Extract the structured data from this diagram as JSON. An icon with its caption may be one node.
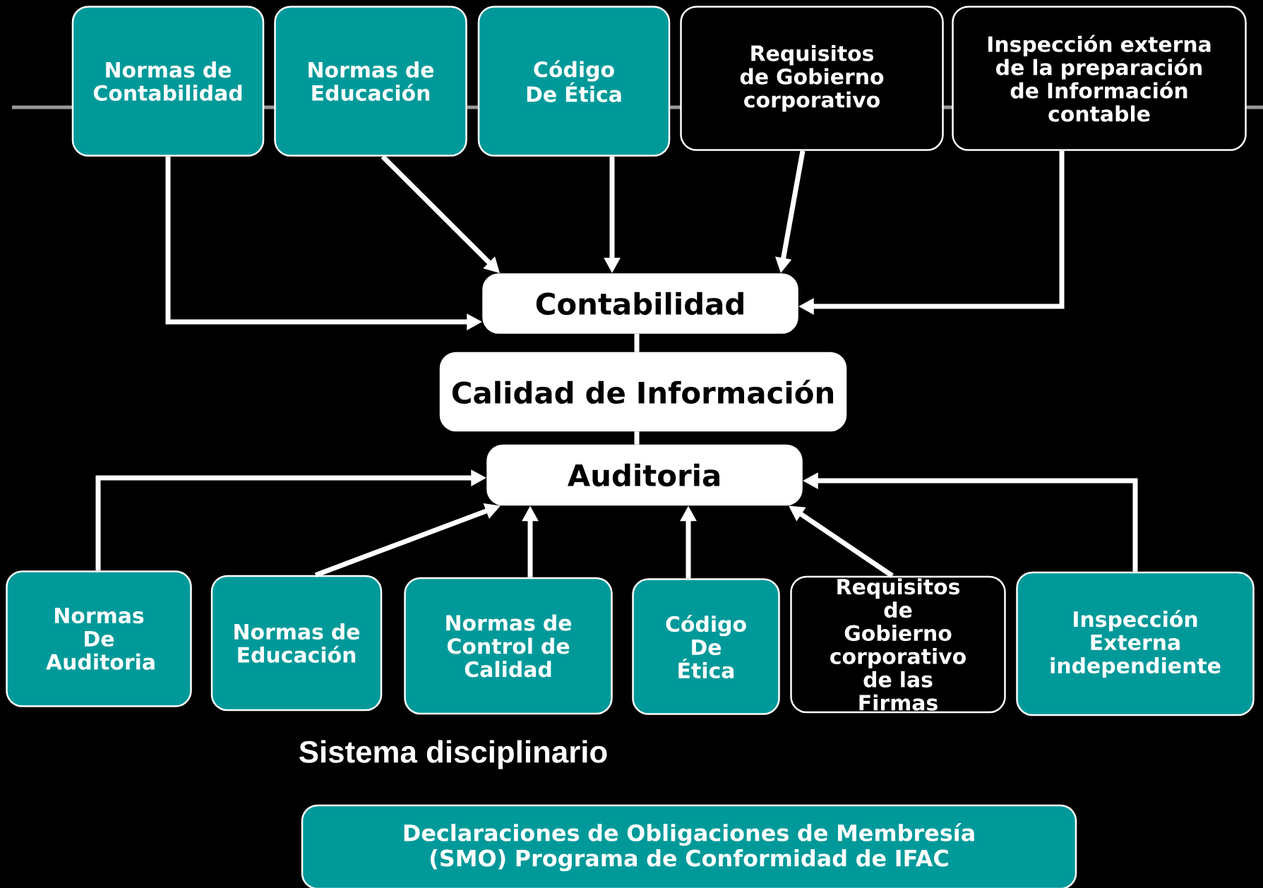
{
  "diagram": {
    "nodes": [
      {
        "text": [
          "Normas de Contabilidad"
        ]
      },
      {
        "text": [
          "Normas de Educación"
        ]
      },
      {
        "text": [
          "Código De Ética"
        ]
      },
      {
        "text": [
          "Requisitos de Gobierno corporativo"
        ]
      },
      {
        "text": [
          "Inspección externa de la preparación de Información contable"
        ]
      },
      {
        "text": [
          "Contabilidad"
        ]
      },
      {
        "text": [
          "Calidad de Información"
        ]
      },
      {
        "text": [
          "Auditoria"
        ]
      },
      {
        "text": [
          "Normas De Auditoria"
        ]
      },
      {
        "text": [
          "Normas de Educación"
        ]
      },
      {
        "text": [
          "Normas de Control de Calidad"
        ]
      },
      {
        "text": [
          "Código De Ética"
        ]
      },
      {
        "text": [
          "Requisitos de Gobierno corporativo de las Firmas"
        ]
      },
      {
        "text": [
          "Inspección Externa independiente"
        ]
      },
      {
        "text": [
          "Declaraciones de Obligaciones de Membresía (SMO) Programa de Conformidad de IFAC"
        ]
      }
    ],
    "edges": [
      {
        "from": 0,
        "to": 5,
        "arrow": "to"
      },
      {
        "from": 1,
        "to": 5,
        "arrow": "to"
      },
      {
        "from": 2,
        "to": 5,
        "arrow": "to"
      },
      {
        "from": 3,
        "to": 5,
        "arrow": "to"
      },
      {
        "from": 4,
        "to": 5,
        "arrow": "to"
      },
      {
        "from": 5,
        "to": 6,
        "arrow": "none"
      },
      {
        "from": 6,
        "to": 7,
        "arrow": "none"
      },
      {
        "from": 8,
        "to": 7,
        "arrow": "to"
      },
      {
        "from": 9,
        "to": 7,
        "arrow": "to"
      },
      {
        "from": 10,
        "to": 7,
        "arrow": "to"
      },
      {
        "from": 11,
        "to": 7,
        "arrow": "to"
      },
      {
        "from": 12,
        "to": 7,
        "arrow": "to"
      },
      {
        "from": 13,
        "to": 7,
        "arrow": "to"
      }
    ],
    "labels": [
      "Sistema disciplinario"
    ]
  }
}
